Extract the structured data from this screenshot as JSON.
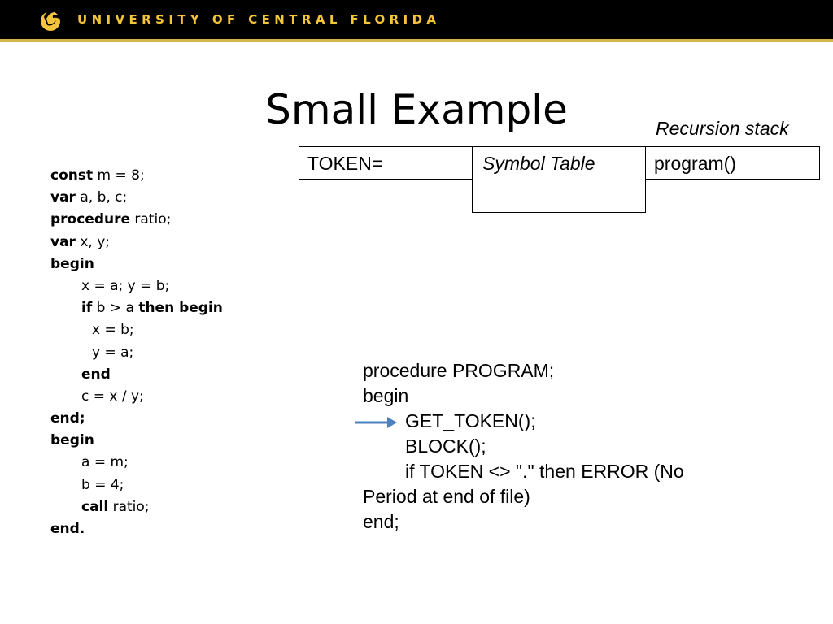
{
  "header": {
    "title": "UNIVERSITY OF CENTRAL FLORIDA",
    "logo_icon": "pegasus-logo-icon",
    "bar_color": "#000000",
    "accent_color": "#f4c43a"
  },
  "slide": {
    "title": "Small Example"
  },
  "boxes": {
    "token_label": "TOKEN=",
    "symbol_table_label": "Symbol Table",
    "recursion_label": "Recursion stack",
    "recursion_top": "program()"
  },
  "code": [
    {
      "kw": "const",
      "rest": " m = 8;"
    },
    {
      "kw": "var",
      "rest": " a, b, c;"
    },
    {
      "kw": "procedure",
      "rest": " ratio;"
    },
    {
      "kw": "var",
      "rest": " x, y;"
    },
    {
      "kw": "begin",
      "rest": ""
    },
    {
      "kw": "",
      "rest": "x = a; y = b;"
    },
    {
      "kw": "if",
      "rest": " b > a ",
      "kw2": "then begin"
    },
    {
      "kw": "",
      "rest": "x = b;"
    },
    {
      "kw": "",
      "rest": "y = a;"
    },
    {
      "kw": "end",
      "rest": ""
    },
    {
      "kw": "",
      "rest": "c = x / y;"
    },
    {
      "kw": "end;",
      "rest": ""
    },
    {
      "kw": "begin",
      "rest": ""
    },
    {
      "kw": "",
      "rest": "a = m;"
    },
    {
      "kw": "",
      "rest": "b = 4;"
    },
    {
      "kw": "call",
      "rest": " ratio;"
    },
    {
      "kw": "end.",
      "rest": ""
    }
  ],
  "procedure": {
    "lines": [
      "procedure PROGRAM;",
      "begin",
      "GET_TOKEN();",
      "BLOCK();",
      "if TOKEN <> \".\" then ERROR (No",
      "Period at end of file)",
      "end;"
    ],
    "arrow_color": "#4f81bd",
    "arrow_icon": "right-arrow-icon"
  }
}
